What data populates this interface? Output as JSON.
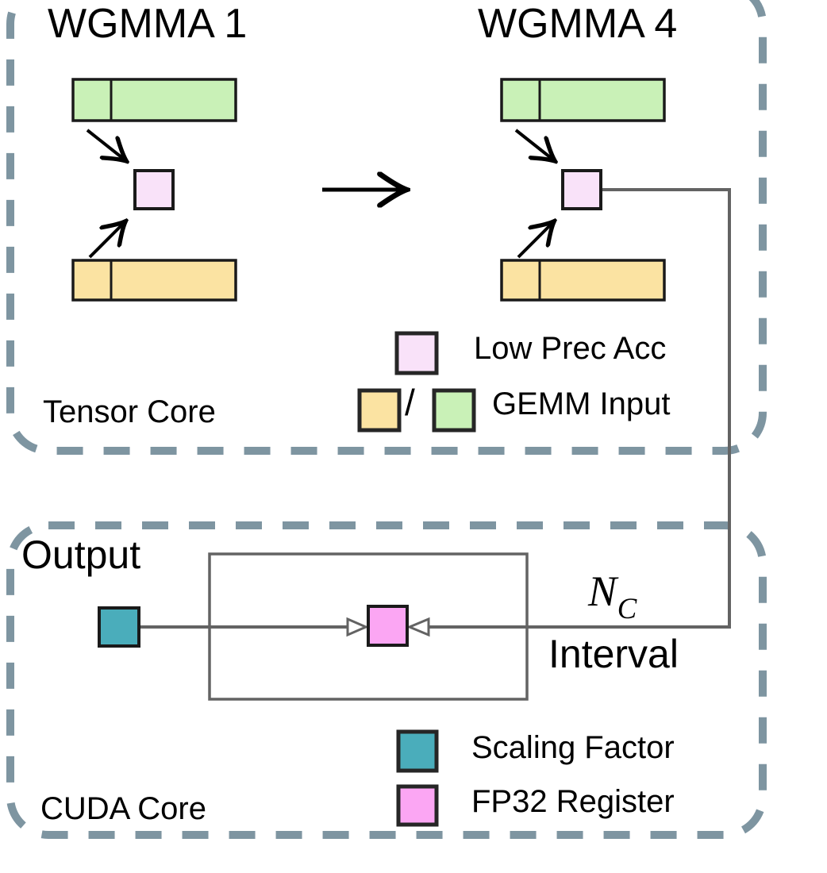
{
  "figure": {
    "tensor_core_box": {
      "label": "Tensor Core",
      "wgmma_first_title": "WGMMA 1",
      "wgmma_last_title": "WGMMA 4",
      "legend": {
        "low_prec_acc_label": "Low Prec Acc",
        "separator": "/",
        "gemm_input_label": "GEMM Input"
      }
    },
    "cuda_core_box": {
      "label": "CUDA Core",
      "output_label": "Output",
      "interval_annotation": {
        "symbol_base": "N",
        "symbol_sub": "C",
        "word": "Interval"
      },
      "legend": {
        "scaling_factor_label": "Scaling Factor",
        "fp32_register_label": "FP32 Register"
      }
    },
    "colors": {
      "gemm_input_orange": "#fbe3a2",
      "gemm_input_green": "#c9f1b7",
      "low_prec_acc_pink": "#f9e2f9",
      "fp32_register_magenta": "#fba6f3",
      "scaling_factor_teal": "#4aadbb",
      "dashed_border": "#7e95a1",
      "wire_gray": "#636363",
      "shape_outline": "#1a1a1a",
      "text": "#000000"
    }
  }
}
